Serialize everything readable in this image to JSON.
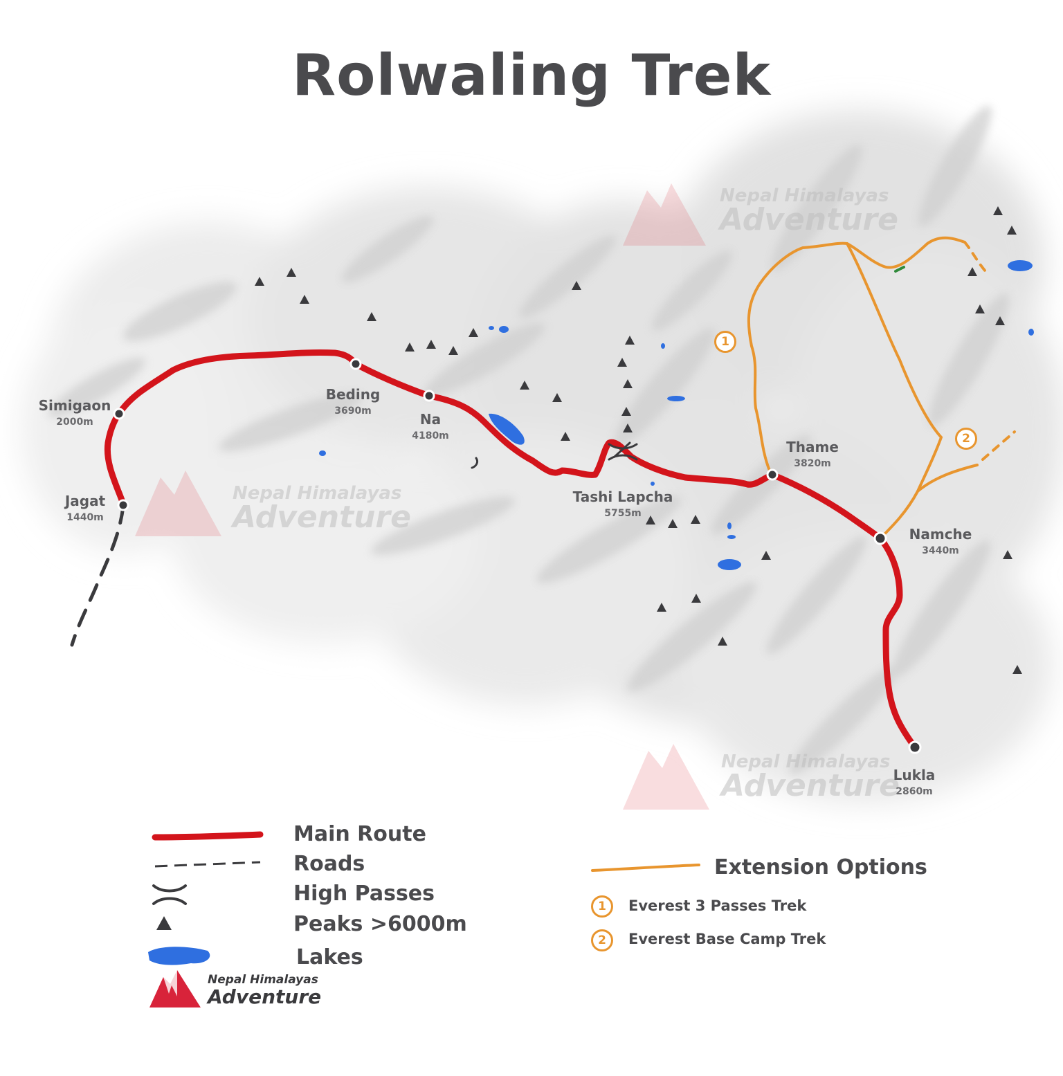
{
  "title": "Rolwaling Trek",
  "colors": {
    "main_route": "#d3141b",
    "extension": "#e8952e",
    "road": "#3a3a3d",
    "lake": "#2f6fe0",
    "peak": "#3a3a3d",
    "terrain": "#d9d9d9",
    "text": "#4a4a4d"
  },
  "places": [
    {
      "name": "Simigaon",
      "elevation": "2000m"
    },
    {
      "name": "Beding",
      "elevation": "3690m"
    },
    {
      "name": "Na",
      "elevation": "4180m"
    },
    {
      "name": "Jagat",
      "elevation": "1440m"
    },
    {
      "name": "Tashi Lapcha",
      "elevation": "5755m"
    },
    {
      "name": "Thame",
      "elevation": "3820m"
    },
    {
      "name": "Namche",
      "elevation": "3440m"
    },
    {
      "name": "Lukla",
      "elevation": "2860m"
    }
  ],
  "extension_markers": [
    "1",
    "2"
  ],
  "legend": {
    "main_route": "Main Route",
    "roads": "Roads",
    "high_passes": "High Passes",
    "peaks": "Peaks >6000m",
    "lakes": "Lakes"
  },
  "extensions": {
    "title": "Extension Options",
    "items": [
      {
        "number": "1",
        "label": "Everest 3 Passes Trek"
      },
      {
        "number": "2",
        "label": "Everest Base Camp Trek"
      }
    ]
  },
  "brand": {
    "line1": "Nepal Himalayas",
    "line2": "Adventure"
  },
  "watermark": {
    "line1": "Nepal Himalayas",
    "line2": "Adventure"
  }
}
